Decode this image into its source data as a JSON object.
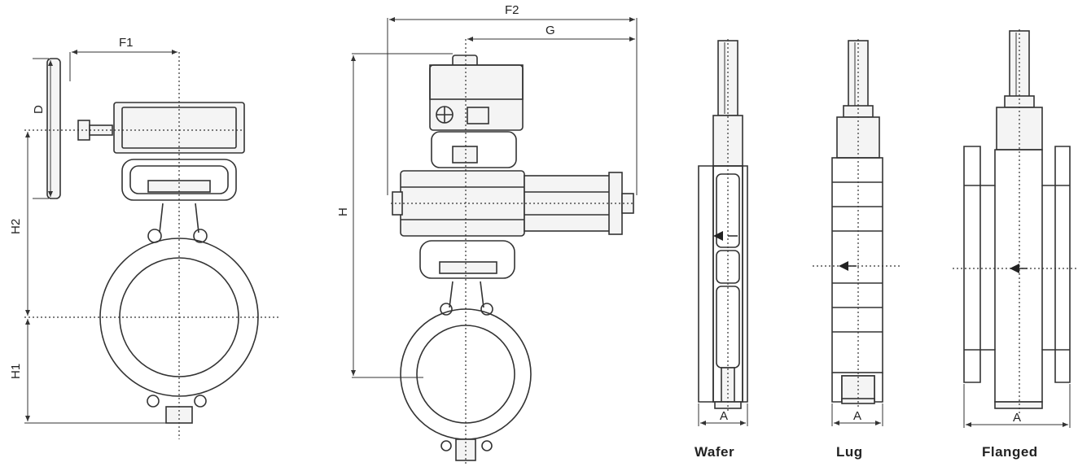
{
  "dimension_labels": {
    "F1": "F1",
    "F2": "F2",
    "G": "G",
    "D": "D",
    "H": "H",
    "H1": "H1",
    "H2": "H2",
    "A_wafer": "A",
    "A_lug": "A",
    "A_flanged": "A"
  },
  "captions": {
    "wafer": "Wafer",
    "lug": "Lug",
    "flanged": "Flanged"
  }
}
